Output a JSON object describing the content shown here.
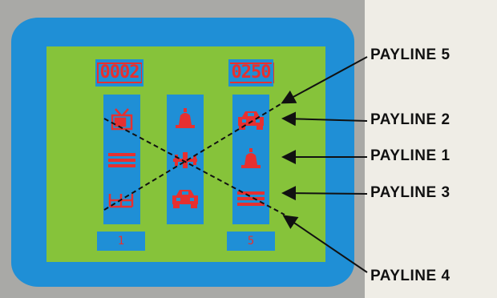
{
  "game": {
    "left_readout": "0002",
    "right_readout": "0250",
    "left_counter": "1",
    "right_counter": "5"
  },
  "reels": [
    {
      "name": "reel-1",
      "symbols": [
        "tv-icon",
        "bars-icon",
        "fence-icon"
      ]
    },
    {
      "name": "reel-2",
      "symbols": [
        "bell-icon",
        "plane-icon",
        "car-icon"
      ]
    },
    {
      "name": "reel-3",
      "symbols": [
        "car-icon",
        "bell-icon",
        "bars-icon"
      ]
    }
  ],
  "paylines": {
    "payline_5": "PAYLINE 5",
    "payline_2": "PAYLINE 2",
    "payline_1": "PAYLINE 1",
    "payline_3": "PAYLINE 3",
    "payline_4": "PAYLINE 4"
  },
  "colors": {
    "screen_blue": "#1f8fd6",
    "field_green": "#86c33a",
    "symbol_red": "#e63030",
    "frame_gray": "#a9a9a6"
  }
}
